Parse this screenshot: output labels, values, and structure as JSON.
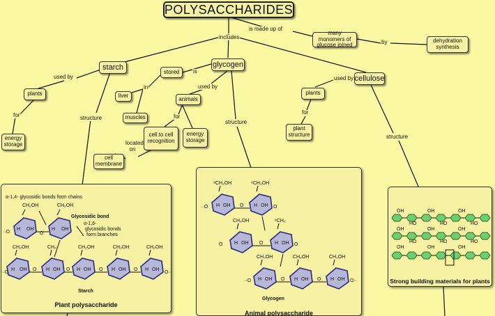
{
  "title": "POLYSACCHARIDES",
  "nodes": {
    "many_monomers": "many monomers of glucose joined",
    "dehydration": "dehydration synthesis",
    "starch": "starch",
    "glycogen": "glycogen",
    "cellulose": "cellulose",
    "stored": "stored",
    "liver": "liver",
    "muscles": "muscles",
    "animals": "animals",
    "cell_recognition": "cell to cell recognition",
    "energy_storage_animals": "energy storage",
    "plants_starch": "plants",
    "energy_storage_plants": "energy storage",
    "plants_cellulose": "plants",
    "plant_structure": "plant structure",
    "cell_membrane": "cell membrane"
  },
  "links": {
    "includes": "includes",
    "is_made_up_of": "is made up of",
    "by": "by",
    "used_by_starch": "used by",
    "for_starch": "for",
    "structure_starch": "structure",
    "is": "is",
    "in": "in",
    "used_by_glycogen": "used by",
    "for_glycogen": "for",
    "located_on": "located on",
    "structure_glycogen": "structure",
    "used_by_cellulose": "used by",
    "for_cellulose": "for",
    "structure_cellulose": "structure"
  },
  "panels": {
    "plant": {
      "caption": "Plant polysaccharide",
      "note_chains": "α-1,4- glycosidic bonds form chains",
      "note_bond": "Glycosidic bond",
      "note_branch1": "α-1,6-",
      "note_branch2": "glycosidic bonds",
      "note_branch3": "form branches",
      "sub": "Starch"
    },
    "animal": {
      "caption": "Animal polysaccharide",
      "sub": "Glycogen"
    },
    "cellulose": {
      "caption": "Strong building materials for plants"
    }
  },
  "colors": {
    "background": "#fbf8a4",
    "node": "#f6f1a3",
    "ring_fill": "#b7b7d9",
    "ring_edge": "#2a2a80",
    "cellulose_ring": "#6fcf6f"
  }
}
